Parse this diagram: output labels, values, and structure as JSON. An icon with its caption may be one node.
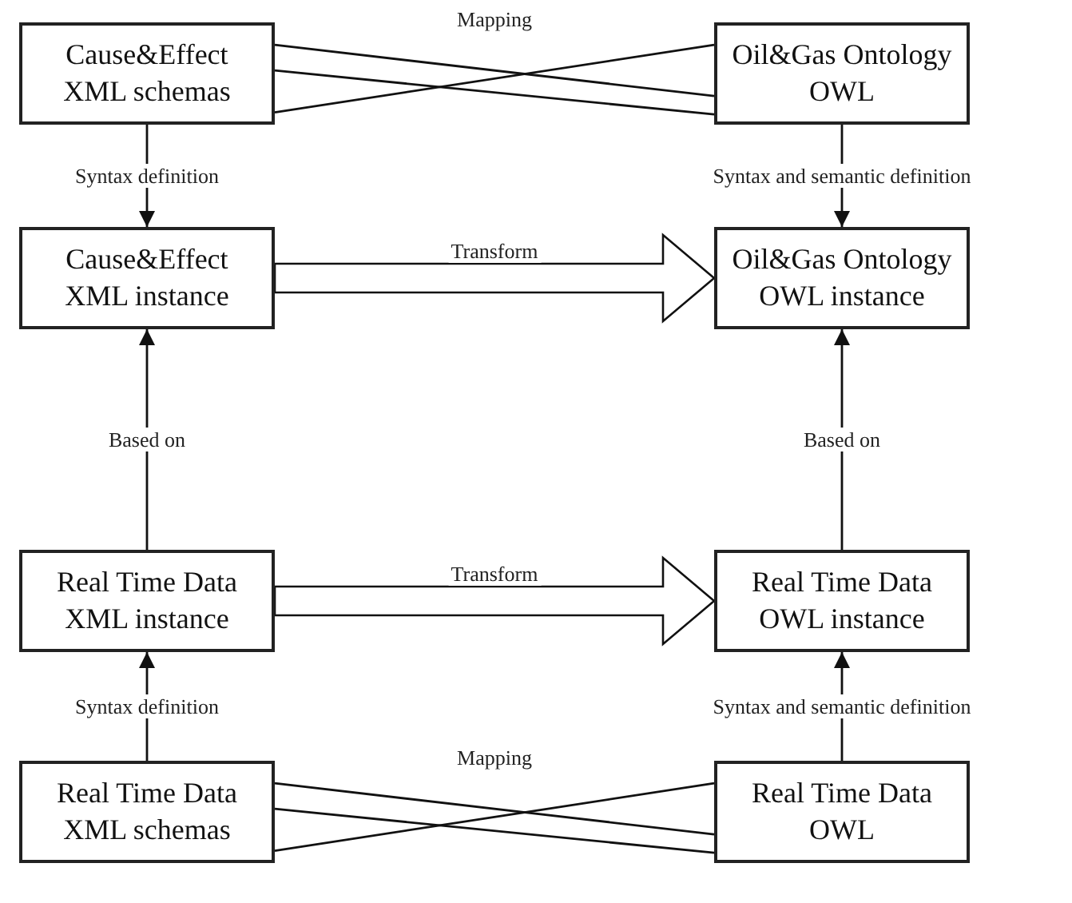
{
  "diagram": {
    "nodes": [
      {
        "text": [
          "Cause&Effect XML schemas"
        ]
      },
      {
        "text": [
          "Oil&Gas Ontology OWL"
        ]
      },
      {
        "text": [
          "Cause&Effect XML instance"
        ]
      },
      {
        "text": [
          "Oil&Gas Ontology OWL instance"
        ]
      },
      {
        "text": [
          "Real Time Data XML instance"
        ]
      },
      {
        "text": [
          "Real Time Data OWL instance"
        ]
      },
      {
        "text": [
          "Real Time Data XML schemas"
        ]
      },
      {
        "text": [
          "Real Time Data OWL"
        ]
      }
    ],
    "edges": [
      {
        "from": 0,
        "to": 1,
        "arrow": "none",
        "label": "Mapping"
      },
      {
        "from": 0,
        "to": 1,
        "arrow": "none"
      },
      {
        "from": 0,
        "to": 1,
        "arrow": "none"
      },
      {
        "from": 0,
        "to": 2,
        "arrow": "to",
        "label": "Syntax definition"
      },
      {
        "from": 1,
        "to": 3,
        "arrow": "to",
        "label": "Syntax and semantic definition"
      },
      {
        "from": 2,
        "to": 3,
        "arrow": "to",
        "label": "Transform",
        "style": "thick"
      },
      {
        "from": 4,
        "to": 2,
        "arrow": "to",
        "label": "Based on"
      },
      {
        "from": 5,
        "to": 3,
        "arrow": "to",
        "label": "Based on"
      },
      {
        "from": 4,
        "to": 5,
        "arrow": "to",
        "label": "Transform",
        "style": "thick"
      },
      {
        "from": 6,
        "to": 4,
        "arrow": "to",
        "label": "Syntax definition"
      },
      {
        "from": 7,
        "to": 5,
        "arrow": "to",
        "label": "Syntax and semantic definition"
      },
      {
        "from": 6,
        "to": 7,
        "arrow": "none",
        "label": "Mapping"
      },
      {
        "from": 6,
        "to": 7,
        "arrow": "none"
      },
      {
        "from": 6,
        "to": 7,
        "arrow": "none"
      }
    ]
  }
}
